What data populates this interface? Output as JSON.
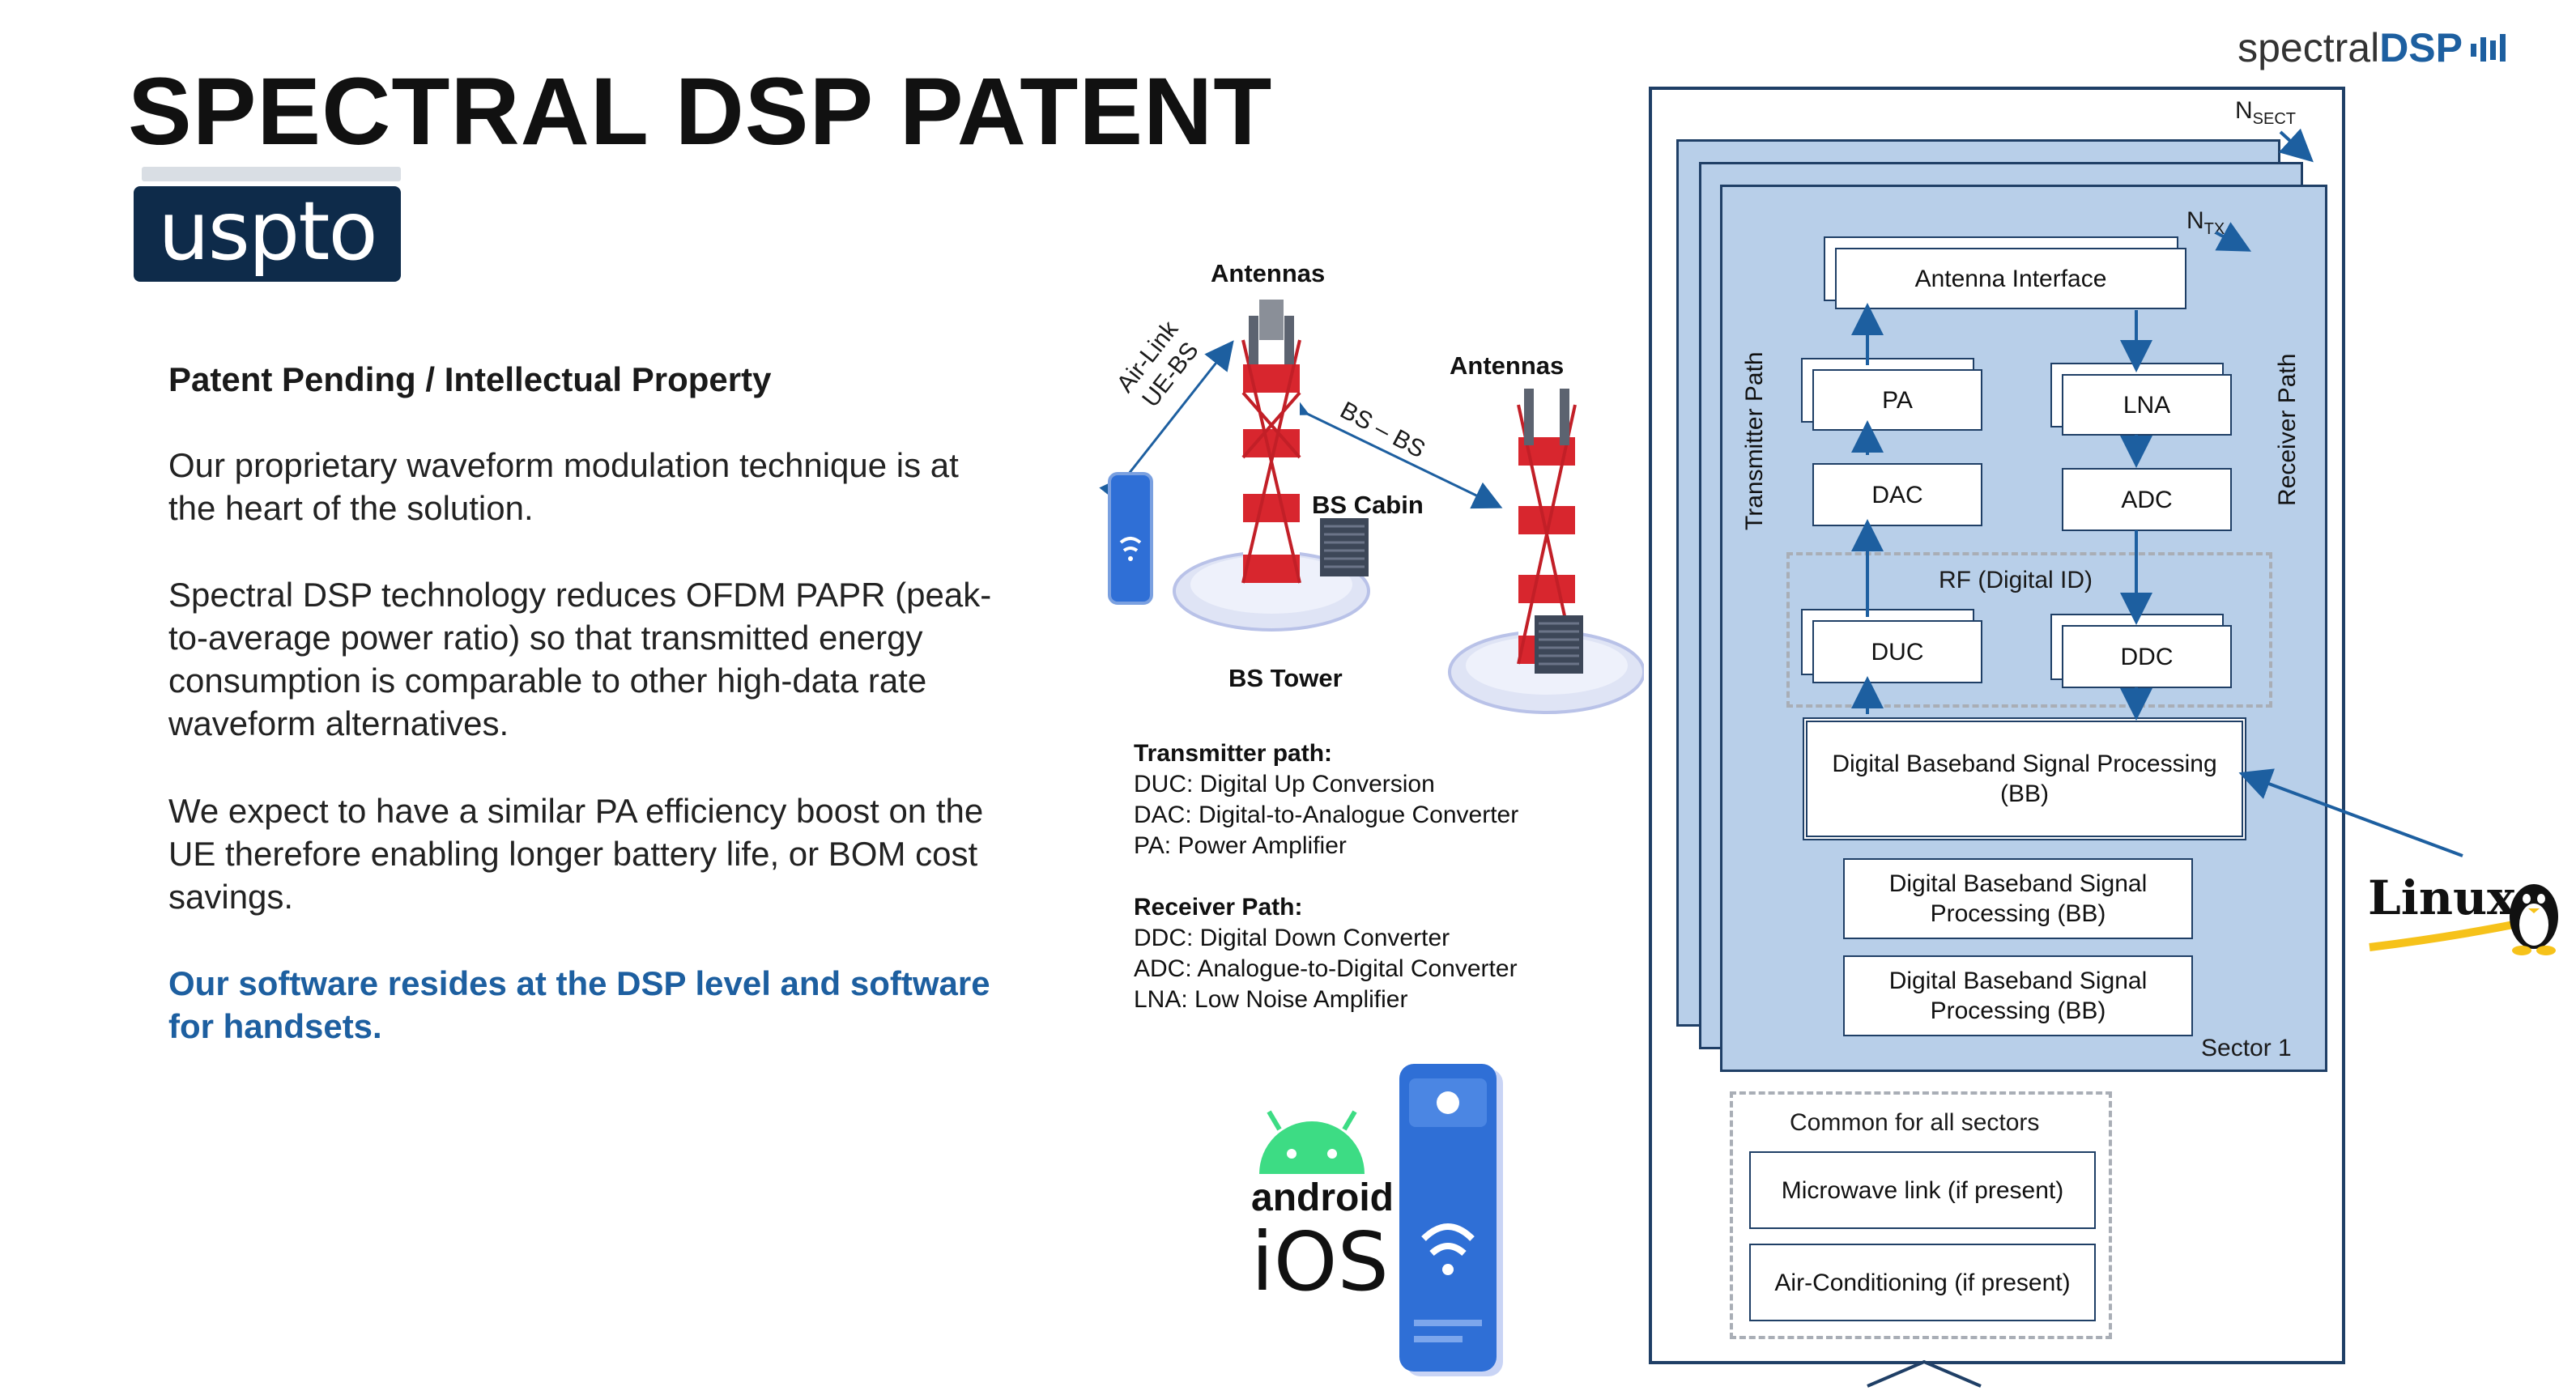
{
  "slide": {
    "title": "SPECTRAL DSP PATENT",
    "uspto_logo": "uspto",
    "brand_logo": {
      "prefix": "spectral",
      "suffix": "DSP"
    }
  },
  "text": {
    "heading": "Patent Pending / Intellectual Property",
    "p1": "Our proprietary waveform modulation technique is at the heart of the solution.",
    "p2": "Spectral DSP technology reduces OFDM PAPR (peak-to-average power ratio) so that transmitted energy consumption is comparable to other high-data rate waveform alternatives.",
    "p3": "We expect to have a similar PA efficiency boost on the UE therefore enabling longer battery life, or BOM cost savings.",
    "p4": "Our software resides at the DSP level and software for handsets."
  },
  "network": {
    "antennas_1": "Antennas",
    "antennas_2": "Antennas",
    "air_link_1": "Air-Link",
    "air_link_2": "UE-BS",
    "bs_bs": "BS – BS",
    "bs_cabin": "BS Cabin",
    "bs_tower": "BS Tower"
  },
  "legend": {
    "tx_heading": "Transmitter path:",
    "tx_items": [
      "DUC: Digital Up Conversion",
      "DAC: Digital-to-Analogue Converter",
      "PA: Power Amplifier"
    ],
    "rx_heading": "Receiver Path:",
    "rx_items": [
      "DDC: Digital Down Converter",
      "ADC: Analogue-to-Digital Converter",
      "LNA: Low Noise Amplifier"
    ]
  },
  "os_logos": {
    "android": "android",
    "ios": "iOS",
    "linux": "Linux"
  },
  "architecture": {
    "n_sect": "N",
    "n_sect_sub": "SECT",
    "n_tx": "N",
    "n_tx_sub": "TX",
    "antenna_interface": "Antenna Interface",
    "transmitter_path": "Transmitter Path",
    "receiver_path": "Receiver Path",
    "pa": "PA",
    "lna": "LNA",
    "dac": "DAC",
    "adc": "ADC",
    "rf_group": "RF (Digital ID)",
    "duc": "DUC",
    "ddc": "DDC",
    "bb_main": "Digital Baseband Signal Processing (BB)",
    "bb_2": "Digital Baseband Signal Processing (BB)",
    "bb_3": "Digital Baseband Signal Processing (BB)",
    "sector_label": "Sector 1",
    "common_label": "Common for all sectors",
    "microwave": "Microwave link (if present)",
    "aircon": "Air-Conditioning (if present)"
  },
  "colors": {
    "accent_blue": "#1d5fa0",
    "sector_fill": "#b8cfe9",
    "sector_border": "#1f3f66",
    "uspto_bg": "#0e2b4a",
    "tower_red": "#d8262e",
    "android_green": "#3ddc84"
  },
  "icons": [
    "signal-bars-icon",
    "phone-icon",
    "tower-icon",
    "cabinet-icon",
    "android-icon",
    "linux-penguin-icon"
  ]
}
